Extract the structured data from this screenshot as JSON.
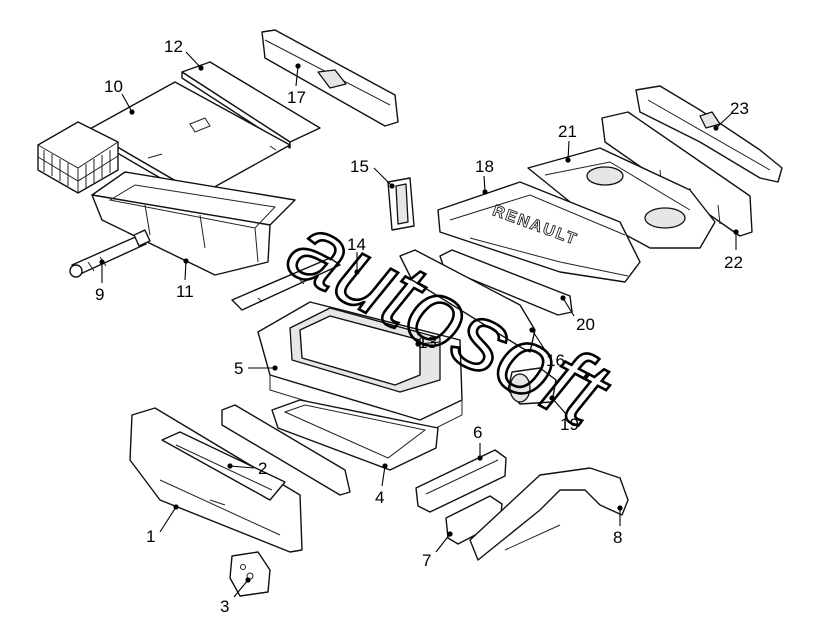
{
  "callouts": [
    {
      "id": "c1",
      "label": "1"
    },
    {
      "id": "c2",
      "label": "2"
    },
    {
      "id": "c3",
      "label": "3"
    },
    {
      "id": "c4",
      "label": "4"
    },
    {
      "id": "c5",
      "label": "5"
    },
    {
      "id": "c6",
      "label": "6"
    },
    {
      "id": "c7",
      "label": "7"
    },
    {
      "id": "c8",
      "label": "8"
    },
    {
      "id": "c9",
      "label": "9"
    },
    {
      "id": "c10",
      "label": "10"
    },
    {
      "id": "c11",
      "label": "11"
    },
    {
      "id": "c12",
      "label": "12"
    },
    {
      "id": "c13",
      "label": "13"
    },
    {
      "id": "c14",
      "label": "14"
    },
    {
      "id": "c15",
      "label": "15"
    },
    {
      "id": "c16",
      "label": "16"
    },
    {
      "id": "c17",
      "label": "17"
    },
    {
      "id": "c18",
      "label": "18"
    },
    {
      "id": "c19",
      "label": "19"
    },
    {
      "id": "c20",
      "label": "20"
    },
    {
      "id": "c21",
      "label": "21"
    },
    {
      "id": "c22",
      "label": "22"
    },
    {
      "id": "c23",
      "label": "23"
    }
  ],
  "floor_stamp": "RENAULT",
  "watermark": "autosoft"
}
